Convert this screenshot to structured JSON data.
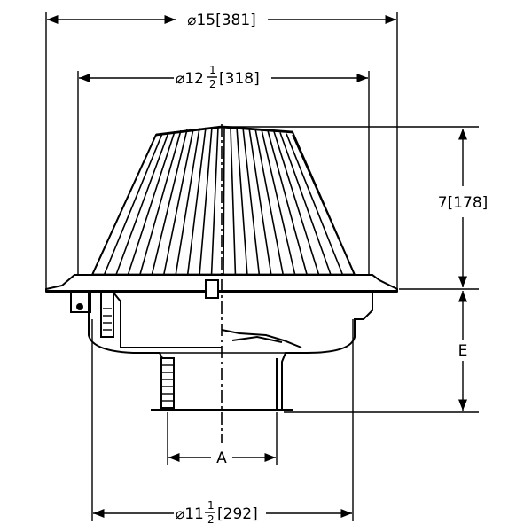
{
  "dimensions": {
    "top_overall": "⌀15[381]",
    "dome_diameter_whole": "⌀12",
    "dome_diameter_num": "1",
    "dome_diameter_den": "2",
    "dome_diameter_metric": "[318]",
    "dome_height": "7[178]",
    "body_height": "E",
    "outlet_width": "A",
    "base_diameter_whole": "⌀11",
    "base_diameter_num": "1",
    "base_diameter_den": "2",
    "base_diameter_metric": "[292]"
  }
}
